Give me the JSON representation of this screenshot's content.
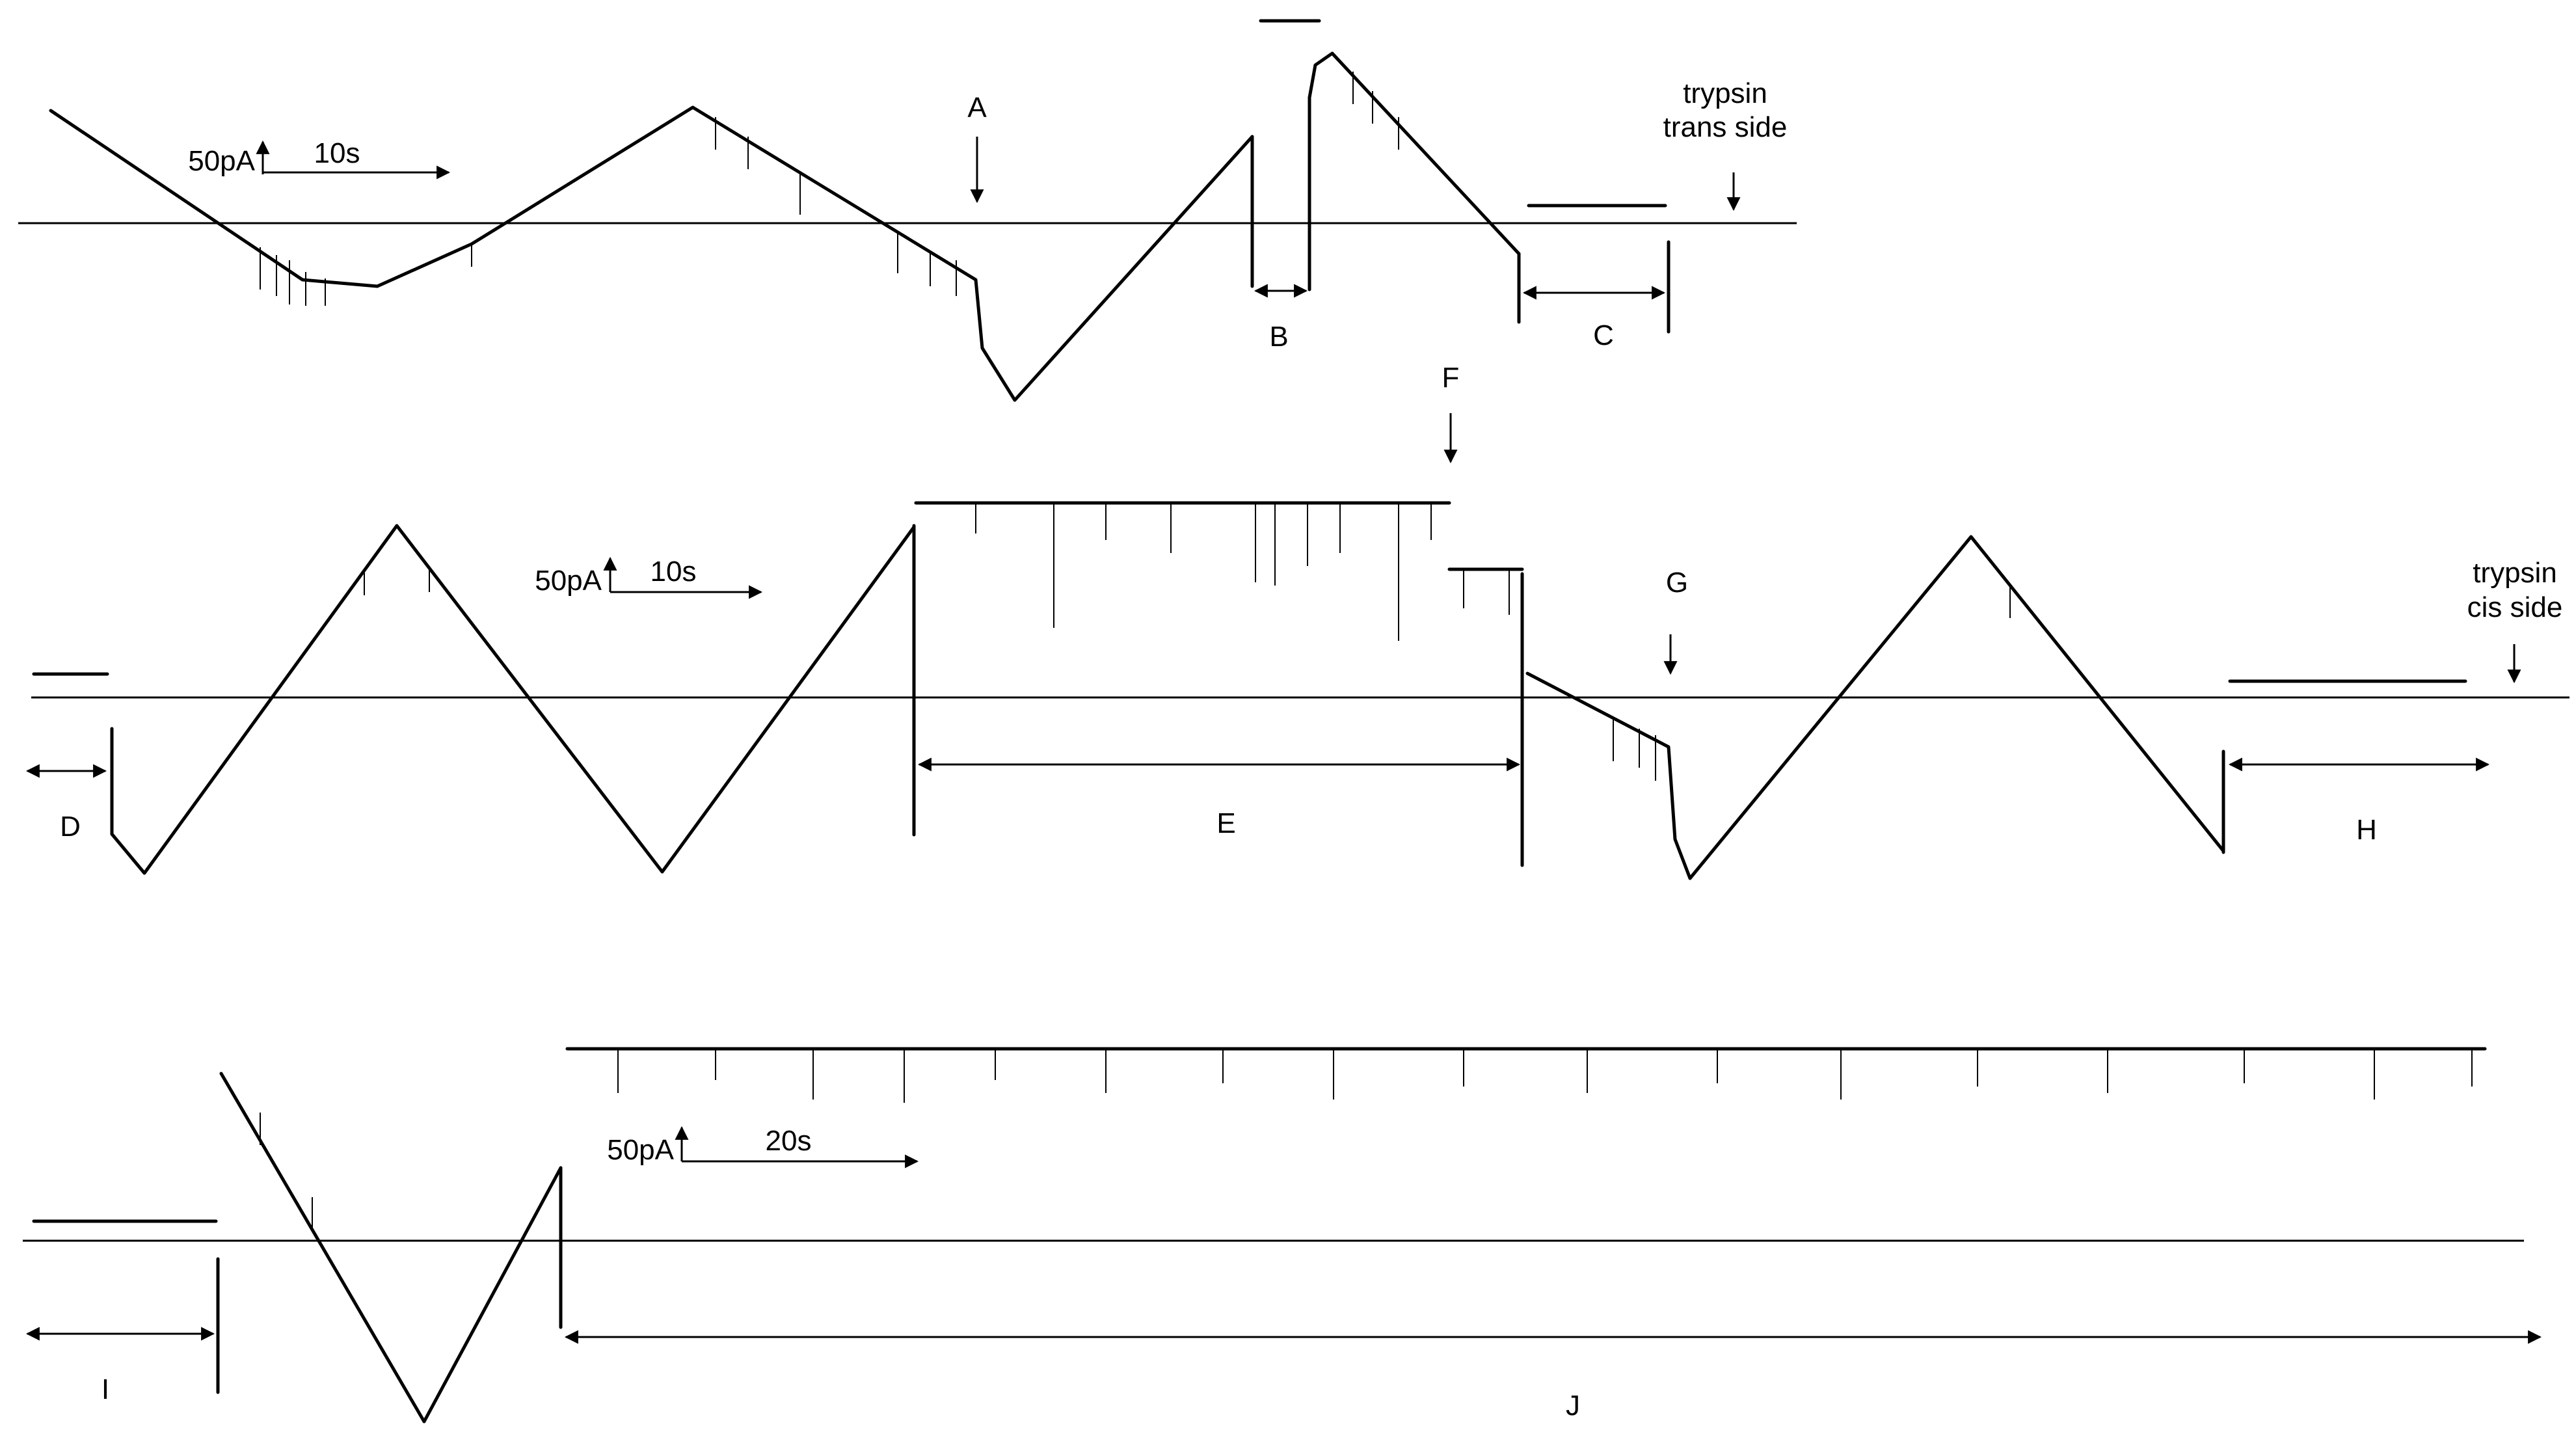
{
  "colors": {
    "ink": "#000000",
    "background": "#ffffff"
  },
  "panels": [
    {
      "id": "top",
      "scale_bar": {
        "current": "50pA",
        "time": "10s"
      },
      "markers": [
        "A",
        "B",
        "C"
      ],
      "annotation": [
        "trypsin",
        "trans side"
      ]
    },
    {
      "id": "middle",
      "scale_bar": {
        "current": "50pA",
        "time": "10s"
      },
      "markers": [
        "D",
        "E",
        "F",
        "G",
        "H"
      ],
      "annotation": [
        "trypsin",
        "cis side"
      ]
    },
    {
      "id": "bottom",
      "scale_bar": {
        "current": "50pA",
        "time": "20s"
      },
      "markers": [
        "I",
        "J"
      ]
    }
  ]
}
